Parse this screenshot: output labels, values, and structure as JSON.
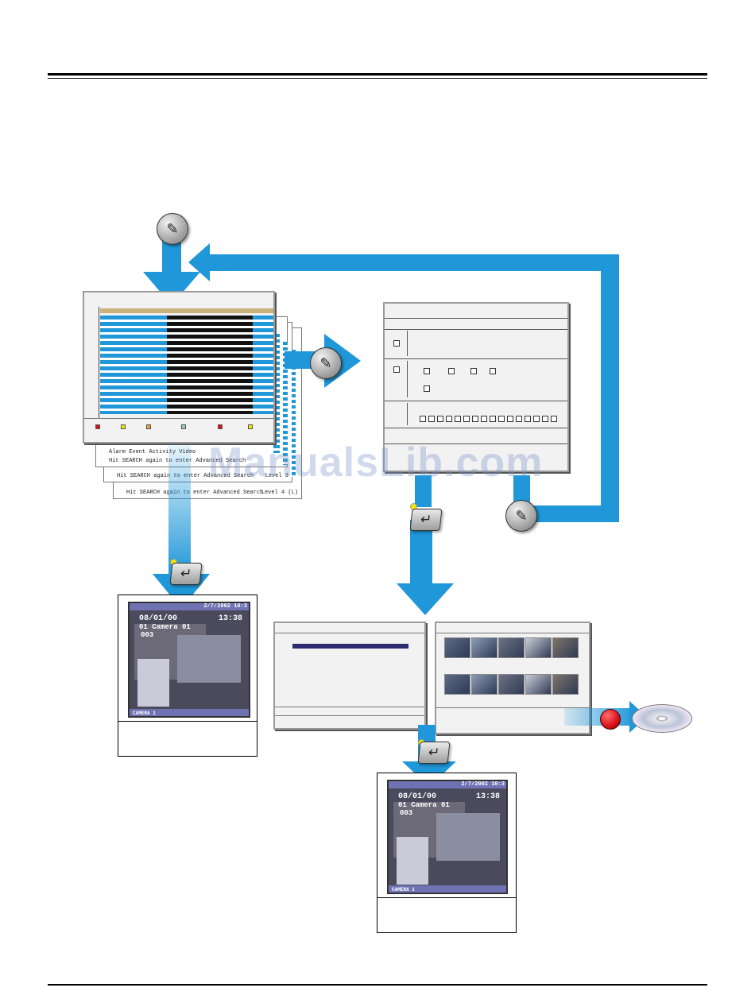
{
  "watermark": "ManualsLib.com",
  "search_sheets": {
    "legend": "Alarm  Event  Activity  Video",
    "hint_level3": "Hit SEARCH again to enter Advanced Search",
    "level3": "Level 3",
    "hint_level4": "Hit SEARCH again to enter Advanced Search",
    "level4": "Level 4 (L)"
  },
  "monitor": {
    "date": "2/7/2002 10:3",
    "datetime": "08/01/00",
    "time": "13:38",
    "camera_label": "01 Camera 01",
    "channel": "003",
    "footer": "CAMERA 1"
  },
  "colors": {
    "accent_blue": "#1f97d8",
    "record_red": "#d8101a",
    "led_yellow": "#f4e500"
  }
}
